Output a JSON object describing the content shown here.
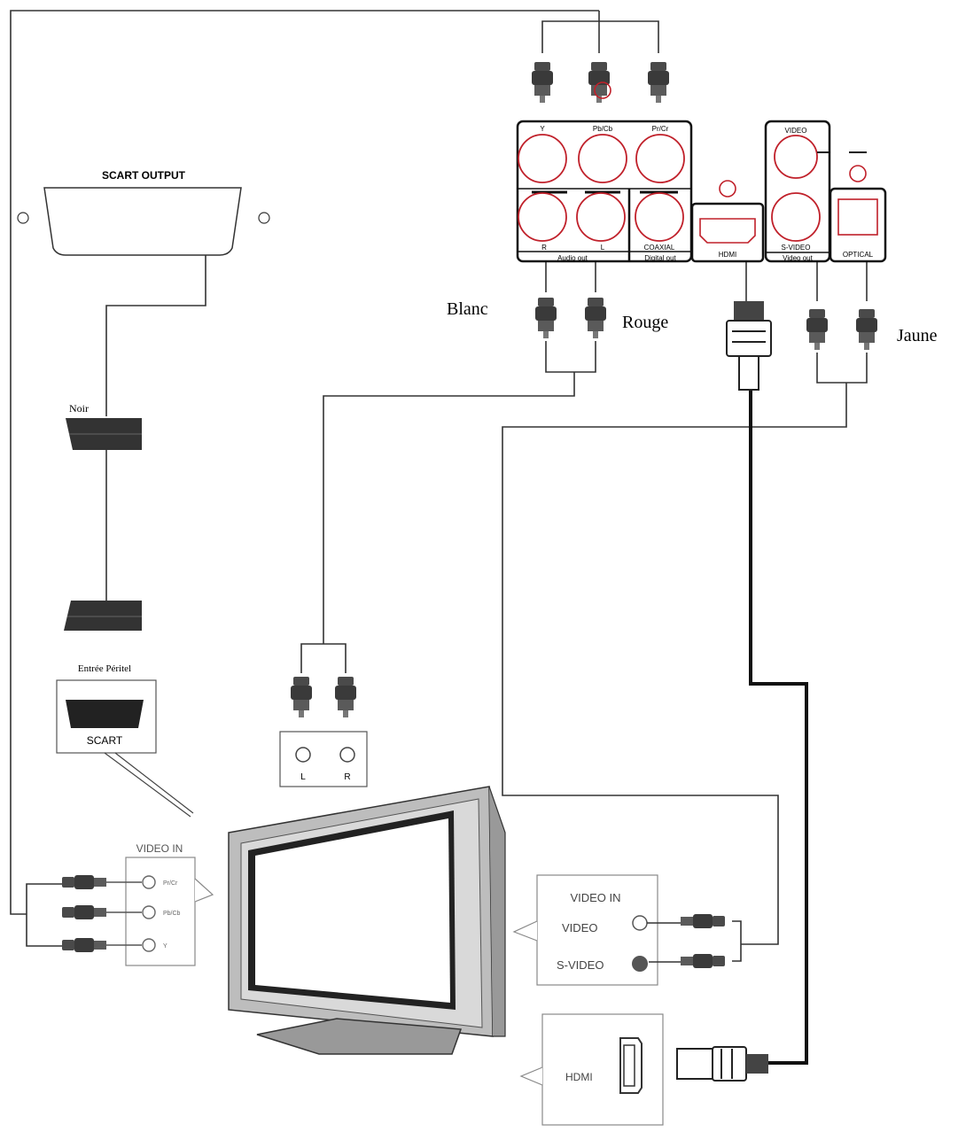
{
  "panel": {
    "component_labels": [
      "Y",
      "Pb/Cb",
      "Pr/Cr"
    ],
    "audio_labels": [
      "R",
      "L"
    ],
    "coaxial_label": "COAXIAL",
    "audio_out_label": "Audio out",
    "digital_out_label": "Digital out",
    "hdmi_label": "HDMI",
    "video_label": "VIDEO",
    "svideo_label": "S-VIDEO",
    "video_out_label": "Video out",
    "optical_label": "OPTICAL"
  },
  "cables": {
    "blanc": "Blanc",
    "rouge": "Rouge",
    "jaune": "Jaune",
    "noir": "Noir"
  },
  "scart": {
    "output_label": "SCART OUTPUT",
    "entree_label": "Entrée Péritel",
    "scart_label": "SCART"
  },
  "tv_audio": {
    "l_label": "L",
    "r_label": "R"
  },
  "tv_component": {
    "title": "VIDEO IN",
    "labels": [
      "Pr/Cr",
      "Pb/Cb",
      "Y"
    ]
  },
  "tv_video": {
    "title": "VIDEO IN",
    "video_label": "VIDEO",
    "svideo_label": "S-VIDEO"
  },
  "tv_hdmi": {
    "label": "HDMI"
  },
  "colors": {
    "jack_red": "#c0202a",
    "line": "#333333",
    "hdmi_cable": "#111111"
  }
}
